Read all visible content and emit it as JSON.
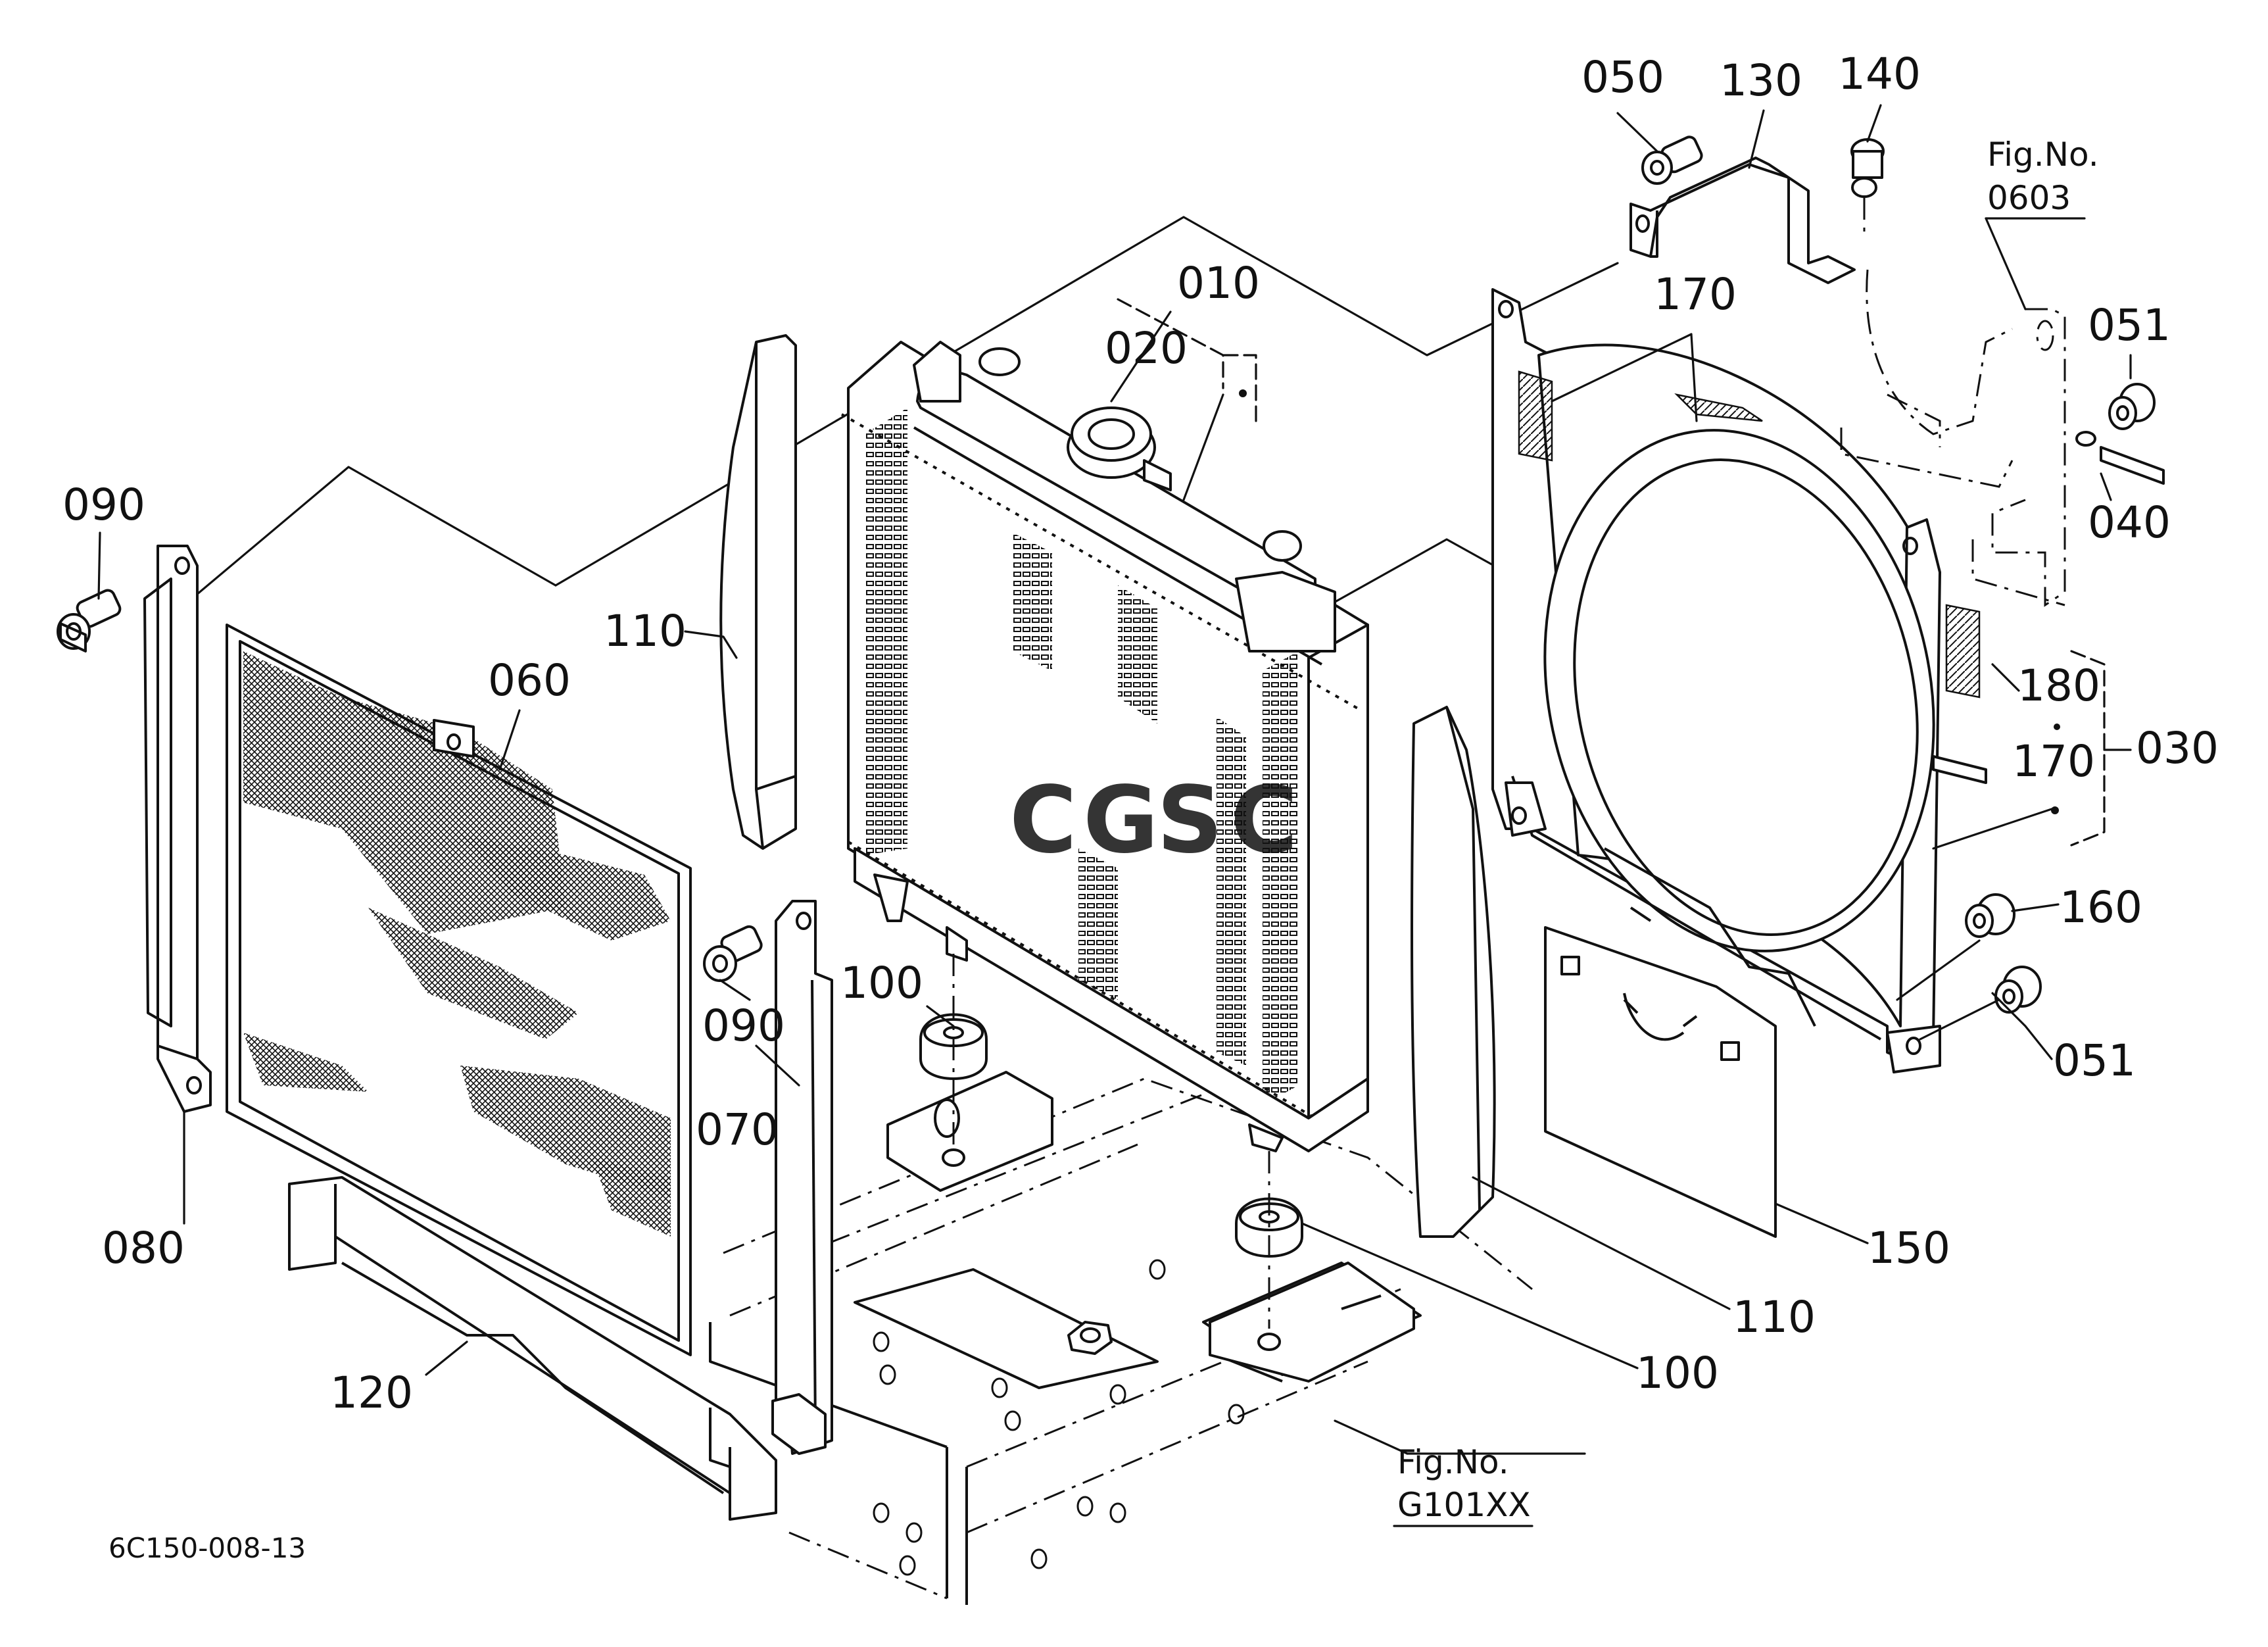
{
  "diagram": {
    "callouts": [
      {
        "id": "010",
        "label": "010"
      },
      {
        "id": "020",
        "label": "020"
      },
      {
        "id": "030",
        "label": "030"
      },
      {
        "id": "040",
        "label": "040"
      },
      {
        "id": "050",
        "label": "050"
      },
      {
        "id": "051a",
        "label": "051"
      },
      {
        "id": "051b",
        "label": "051"
      },
      {
        "id": "060",
        "label": "060"
      },
      {
        "id": "070",
        "label": "070"
      },
      {
        "id": "080",
        "label": "080"
      },
      {
        "id": "090a",
        "label": "090"
      },
      {
        "id": "090b",
        "label": "090"
      },
      {
        "id": "100a",
        "label": "100"
      },
      {
        "id": "100b",
        "label": "100"
      },
      {
        "id": "110a",
        "label": "110"
      },
      {
        "id": "110b",
        "label": "110"
      },
      {
        "id": "120",
        "label": "120"
      },
      {
        "id": "130",
        "label": "130"
      },
      {
        "id": "140",
        "label": "140"
      },
      {
        "id": "150",
        "label": "150"
      },
      {
        "id": "160",
        "label": "160"
      },
      {
        "id": "170a",
        "label": "170"
      },
      {
        "id": "170b",
        "label": "170"
      },
      {
        "id": "180",
        "label": "180"
      }
    ],
    "fig_refs": [
      {
        "title": "Fig.No.",
        "number": "0603"
      },
      {
        "title": "Fig.No.",
        "number": "G101XX"
      }
    ],
    "drawing_code": "6C150-008-13",
    "watermark": {
      "letters": [
        "C",
        "G",
        "S",
        "C"
      ],
      "colors": [
        "#4a86e8",
        "#ea8a8a",
        "#f1c232",
        "#6aa84f"
      ]
    }
  }
}
